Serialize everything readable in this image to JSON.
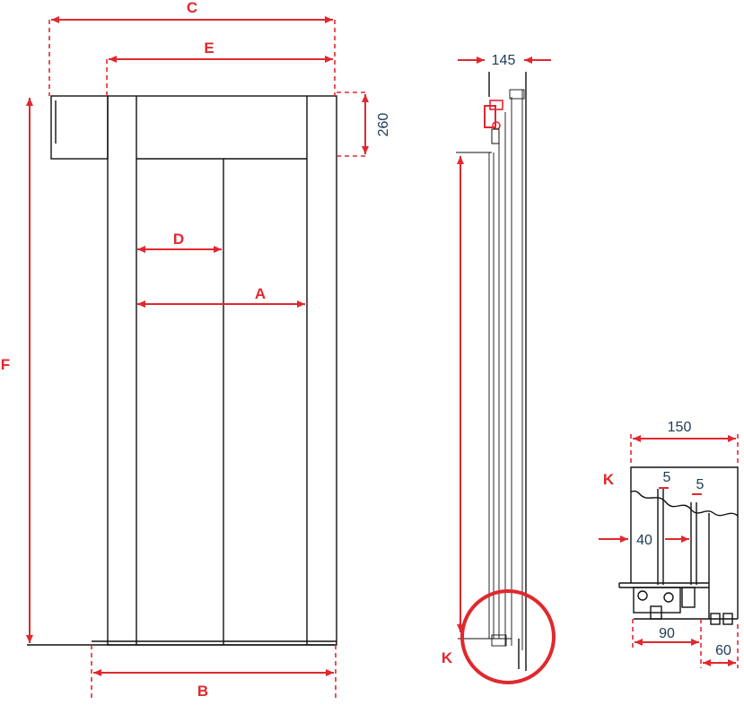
{
  "colors": {
    "accent": "#e0282e",
    "line": "#111111",
    "number": "#1d3b57"
  },
  "front_view": {
    "labels": {
      "a": "A",
      "b": "B",
      "c": "C",
      "d": "D",
      "e": "E",
      "f": "F"
    },
    "header_height": "260"
  },
  "side_view": {
    "depth": "145",
    "detail_marker": "K"
  },
  "detail_view": {
    "marker": "K",
    "width": "150",
    "gap_left": "5",
    "gap_right": "5",
    "inner": "40",
    "base": "90",
    "foot": "60"
  }
}
